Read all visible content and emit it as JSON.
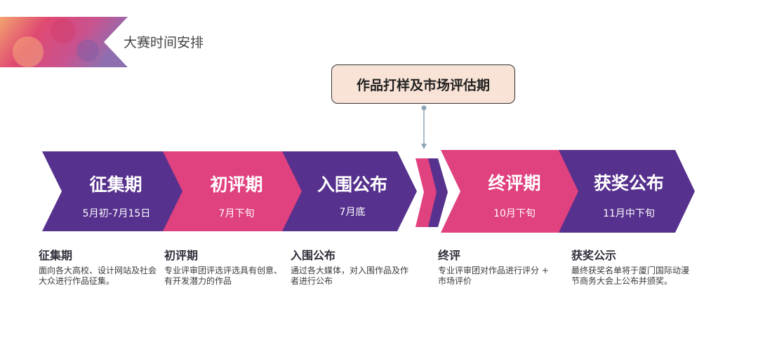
{
  "page_title": "大赛时间安排",
  "callout": "作品打样及市场评估期",
  "colors": {
    "purple": "#56318d",
    "pink": "#e0417f",
    "callout_bg": "#f9e3d6"
  },
  "stages": [
    {
      "label": "征集期",
      "date": "5月初-7月15日",
      "color": "purple"
    },
    {
      "label": "初评期",
      "date": "7月下旬",
      "color": "pink"
    },
    {
      "label": "入围公布",
      "date": "7月底",
      "color": "purple"
    },
    {
      "label": "终评期",
      "date": "10月下旬",
      "color": "pink"
    },
    {
      "label": "获奖公布",
      "date": "11月中下旬",
      "color": "purple"
    }
  ],
  "descriptions": [
    {
      "title": "征集期",
      "body": "面向各大高校、设计网站及社会大众进行作品征集。"
    },
    {
      "title": "初评期",
      "body": "专业评审团评选评选具有创意、有开发潜力的作品"
    },
    {
      "title": "入围公布",
      "body": "通过各大媒体，对入围作品及作者进行公布"
    },
    {
      "title": "终评",
      "body": "专业评审团对作品进行评分 + 市场评价"
    },
    {
      "title": "获奖公示",
      "body": "最终获奖名单将于厦门国际动漫节商务大会上公布并颁奖。"
    }
  ]
}
